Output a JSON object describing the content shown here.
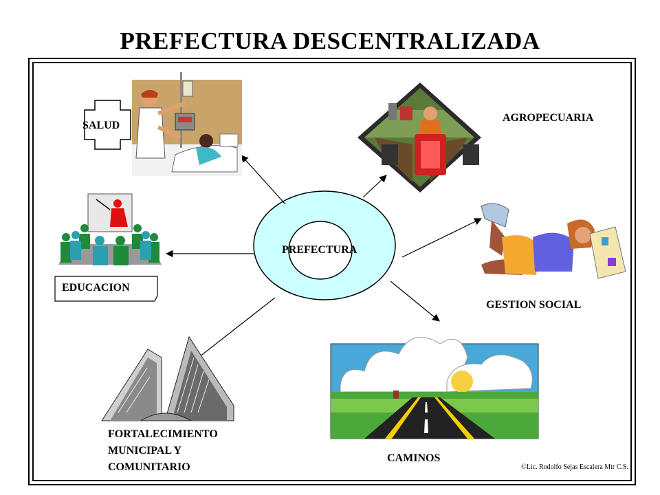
{
  "title": "PREFECTURA DESCENTRALIZADA",
  "center": {
    "label": "PREFECTURA"
  },
  "nodes": {
    "salud": "SALUD",
    "agropecuaria": "AGROPECUARIA",
    "educacion": "EDUCACION",
    "gestion_social": "GESTION SOCIAL",
    "fortalecimiento": [
      "FORTALECIMIENTO",
      "MUNICIPAL Y",
      "COMUNITARIO"
    ],
    "caminos": "CAMINOS"
  },
  "credit": "©Lic. Rodolfo Sejas Escalera Mtr C.S.",
  "colors": {
    "ring": "#ccffff",
    "frame": "#000000"
  },
  "icons": [
    "hospital-nurse-clipart",
    "tractor-farmer-clipart",
    "classroom-teacher-clipart",
    "reading-girl-clipart",
    "government-buildings-clipart",
    "highway-landscape-clipart"
  ]
}
